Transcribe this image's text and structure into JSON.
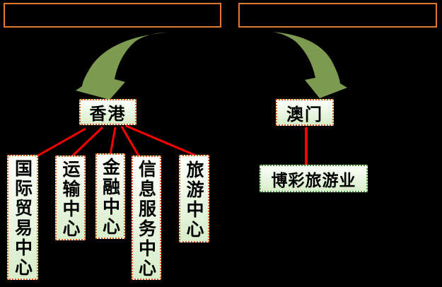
{
  "diagram": {
    "description_boxes": [
      {
        "label": ""
      },
      {
        "label": ""
      }
    ],
    "regions": {
      "hongkong": {
        "label": "香港"
      },
      "macau": {
        "label": "澳门"
      }
    },
    "hongkong_roles": [
      {
        "label": "国际贸易中心"
      },
      {
        "label": "运输中心"
      },
      {
        "label": "金融中心"
      },
      {
        "label": "信息服务中心"
      },
      {
        "label": "旅游中心"
      }
    ],
    "macau_roles": [
      {
        "label": "博彩旅游业"
      }
    ],
    "colors": {
      "background": "#000000",
      "top_box_border": "#E4772E",
      "node_border_orange": "#D25A1E",
      "node_border_green": "#4E9B44",
      "node_fill_top": "#FDFFFB",
      "node_fill_bottom": "#D7EDC9",
      "arrow_green": "#7C9B50",
      "connector_red": "#FF0000",
      "text": "#000000"
    }
  }
}
